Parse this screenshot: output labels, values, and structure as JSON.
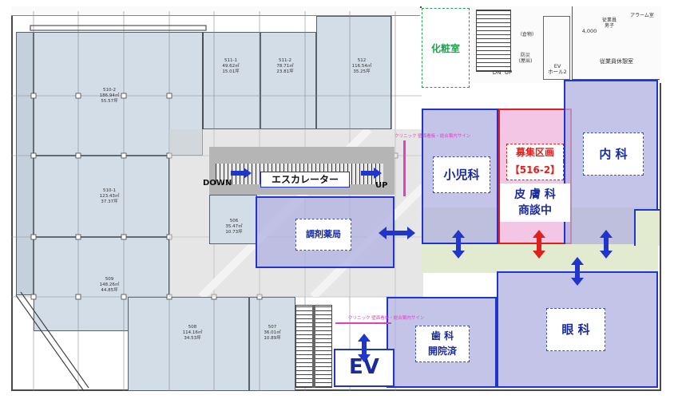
{
  "colors": {
    "tenant_fill": "#d2dde7",
    "corridor": "#dcdcdc",
    "clinic_fill": "#b0b0e2",
    "clinic_border": "#1f35cc",
    "recruit_fill": "#f4c6e6",
    "recruit_border": "#e0201c",
    "recruit_text": "#e0201c",
    "arrow_blue": "#1f35cc",
    "arrow_red": "#e0201c",
    "powder_room": "#23a04d",
    "inner_corridor": "#e2ead0"
  },
  "rooms": {
    "powder_room": "化粧室",
    "pediatrics": "小児科",
    "internal_medicine": "内 科",
    "recruiting": {
      "title": "募集区画",
      "code": "【516-2】",
      "note": "皮 膚 科\n商談中"
    },
    "pharmacy": "調剤薬局",
    "ophthalmology": "眼 科",
    "dental": "歯 科\n開院済",
    "elevator": "EV"
  },
  "escalator": {
    "label": "エスカレーター",
    "down": "DOWN",
    "up": "UP"
  },
  "small_rooms": {
    "r511_1": "511-1\n49.62㎡\n15.01坪",
    "r511_2": "511-2\n78.71㎡\n23.81坪",
    "r512": "512\n116.54㎡\n35.25坪",
    "r510_2": "510-2\n186.94㎡\n55.57坪",
    "r510_1": "510-1\n123.43㎡\n37.37坪",
    "r509": "509\n148.26㎡\n44.85坪",
    "r508": "508\n114.16㎡\n34.53坪",
    "r507": "507\n36.01㎡\n10.89坪",
    "r506": "506\n35.47㎡\n10.73坪"
  },
  "backyard": {
    "staff_rest": "従業員休憩室",
    "staff_wc": "従業員\n男子",
    "alarm": "アラーム室",
    "store": "（倉物）",
    "ev_hall": "EV\nホール2",
    "dimension": "4,000",
    "dn_up": "DN  UP",
    "fire_shutter": "防災\n(屋出)"
  },
  "signs": {
    "sign_upper": "クリニック 壁面看板・総合案内サイン",
    "sign_lower": "クリニック 壁面看板・総合案内サイン"
  }
}
